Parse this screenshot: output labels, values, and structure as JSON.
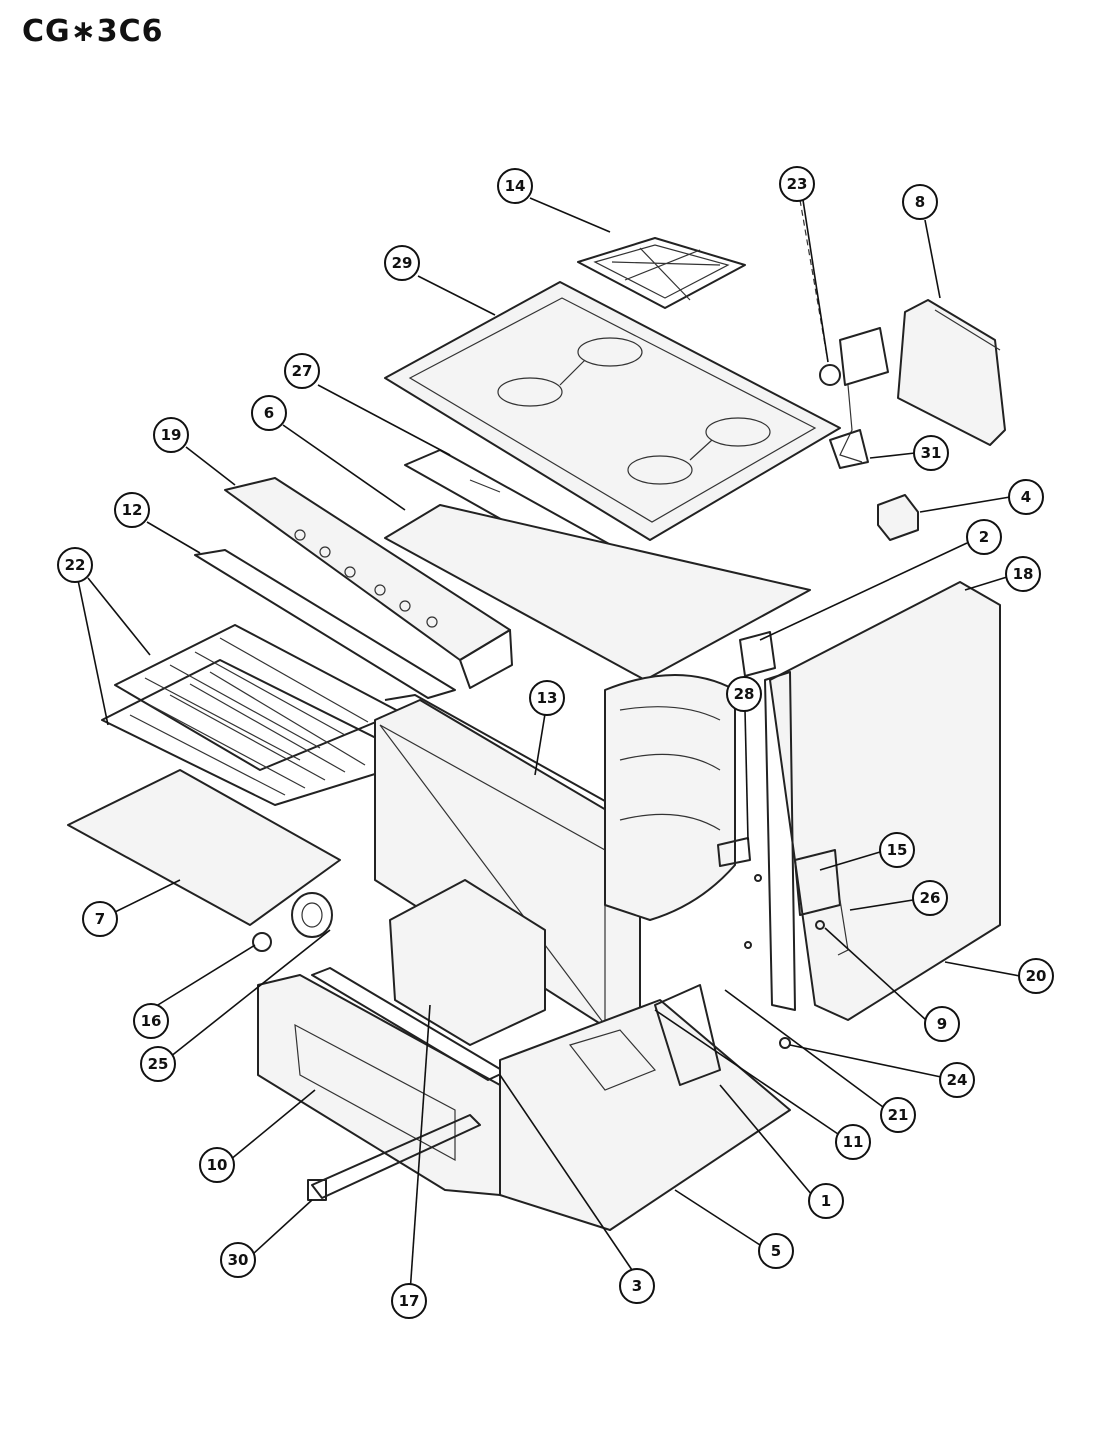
{
  "title": "CG∗3C6",
  "callouts": [
    {
      "id": "14",
      "label": "14"
    },
    {
      "id": "23",
      "label": "23"
    },
    {
      "id": "8",
      "label": "8"
    },
    {
      "id": "29",
      "label": "29"
    },
    {
      "id": "27",
      "label": "27"
    },
    {
      "id": "6",
      "label": "6"
    },
    {
      "id": "19",
      "label": "19"
    },
    {
      "id": "31",
      "label": "31"
    },
    {
      "id": "4",
      "label": "4"
    },
    {
      "id": "12",
      "label": "12"
    },
    {
      "id": "2",
      "label": "2"
    },
    {
      "id": "18",
      "label": "18"
    },
    {
      "id": "22",
      "label": "22"
    },
    {
      "id": "13",
      "label": "13"
    },
    {
      "id": "28",
      "label": "28"
    },
    {
      "id": "15",
      "label": "15"
    },
    {
      "id": "26",
      "label": "26"
    },
    {
      "id": "7",
      "label": "7"
    },
    {
      "id": "20",
      "label": "20"
    },
    {
      "id": "9",
      "label": "9"
    },
    {
      "id": "16",
      "label": "16"
    },
    {
      "id": "25",
      "label": "25"
    },
    {
      "id": "24",
      "label": "24"
    },
    {
      "id": "21",
      "label": "21"
    },
    {
      "id": "11",
      "label": "11"
    },
    {
      "id": "10",
      "label": "10"
    },
    {
      "id": "1",
      "label": "1"
    },
    {
      "id": "5",
      "label": "5"
    },
    {
      "id": "30",
      "label": "30"
    },
    {
      "id": "3",
      "label": "3"
    },
    {
      "id": "17",
      "label": "17"
    }
  ]
}
